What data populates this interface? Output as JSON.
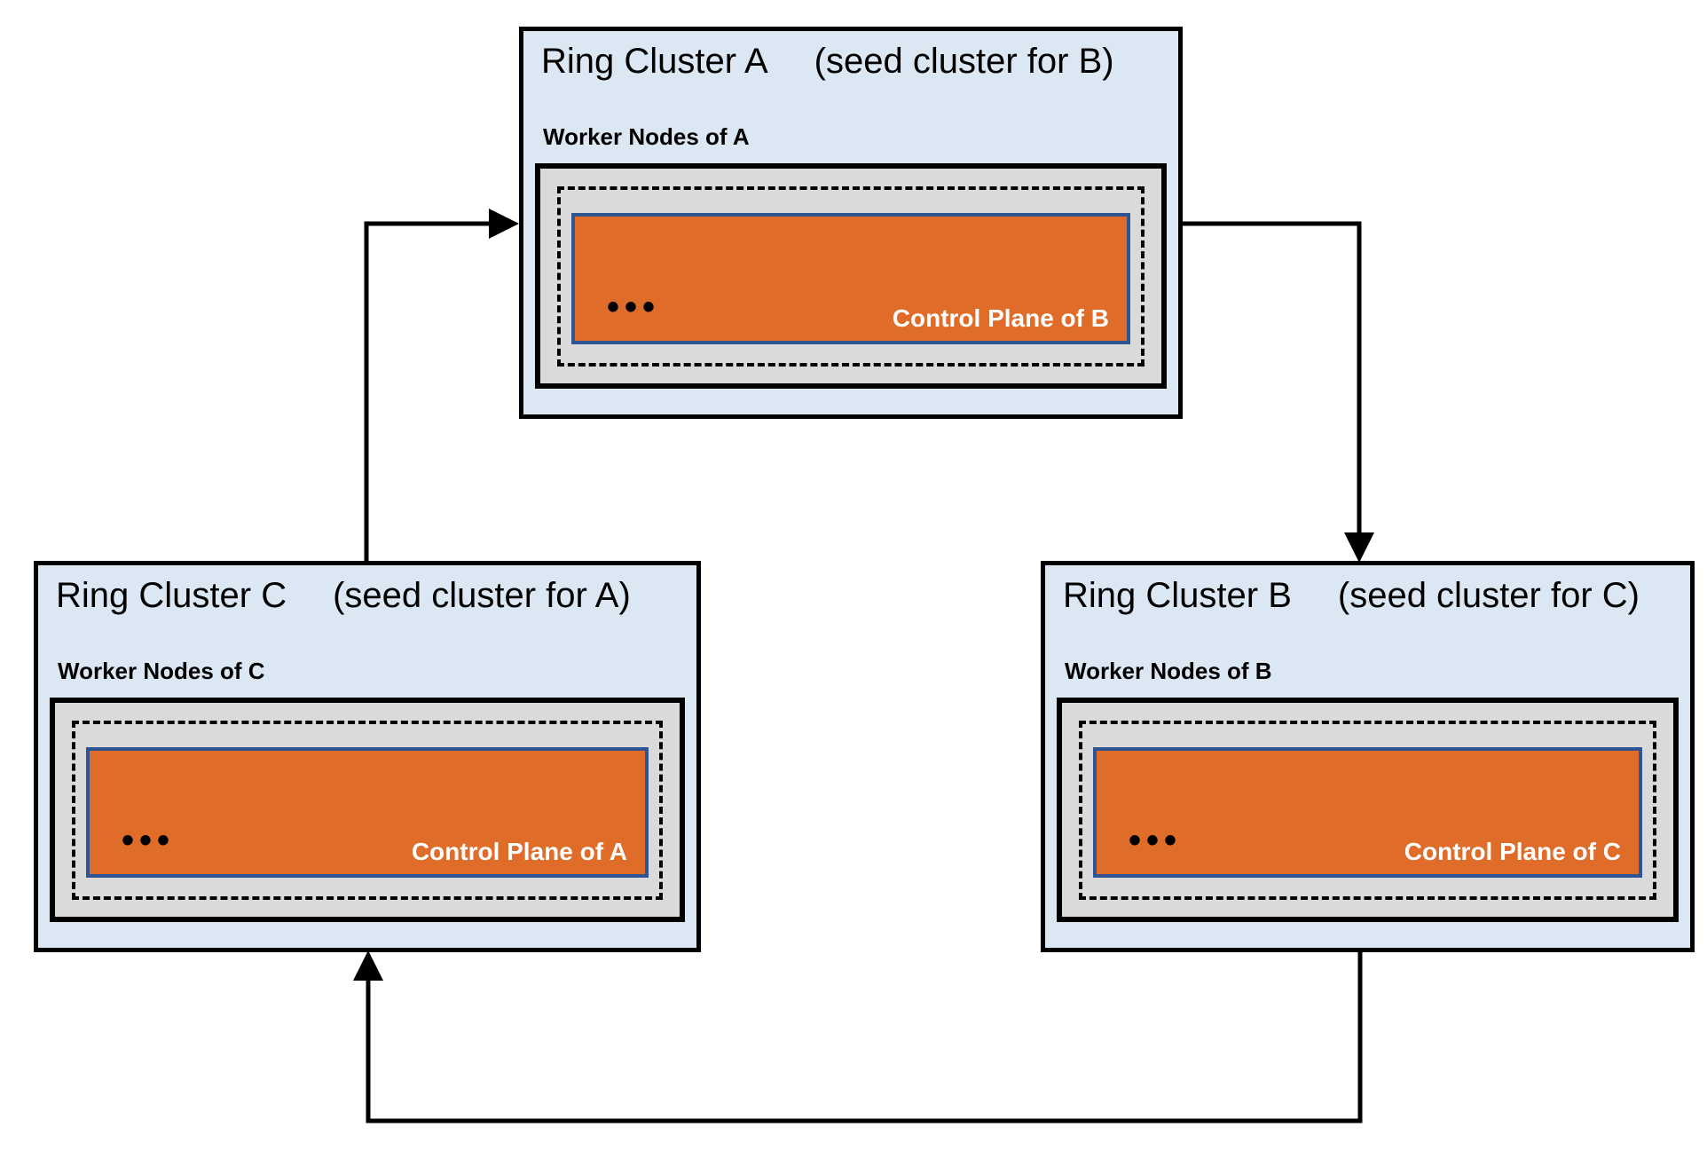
{
  "diagram": {
    "description": "Ring of cluster hosting: three ring clusters each hosting the control plane of the next cluster",
    "colors": {
      "cluster_background": "#dbe8f4",
      "worker_box_background": "#dadada",
      "control_plane_fill": "#e06c29",
      "control_plane_border": "#2e5492",
      "line_color": "#000000"
    },
    "clusters": [
      {
        "title": "Ring Cluster A",
        "seed_note": "(seed cluster for B)",
        "worker_label": "Worker Nodes of A",
        "dots": "•••",
        "control_plane_label": "Control Plane of B"
      },
      {
        "title": "Ring Cluster B",
        "seed_note": "(seed cluster for C)",
        "worker_label": "Worker Nodes of B",
        "dots": "•••",
        "control_plane_label": "Control Plane of C"
      },
      {
        "title": "Ring Cluster C",
        "seed_note": "(seed cluster for A)",
        "worker_label": "Worker Nodes of C",
        "dots": "•••",
        "control_plane_label": "Control Plane of A"
      }
    ],
    "arrows": [
      {
        "from": "Ring Cluster C",
        "to": "Ring Cluster A"
      },
      {
        "from": "Ring Cluster A",
        "to": "Ring Cluster B"
      },
      {
        "from": "Ring Cluster B",
        "to": "Ring Cluster C"
      }
    ]
  }
}
